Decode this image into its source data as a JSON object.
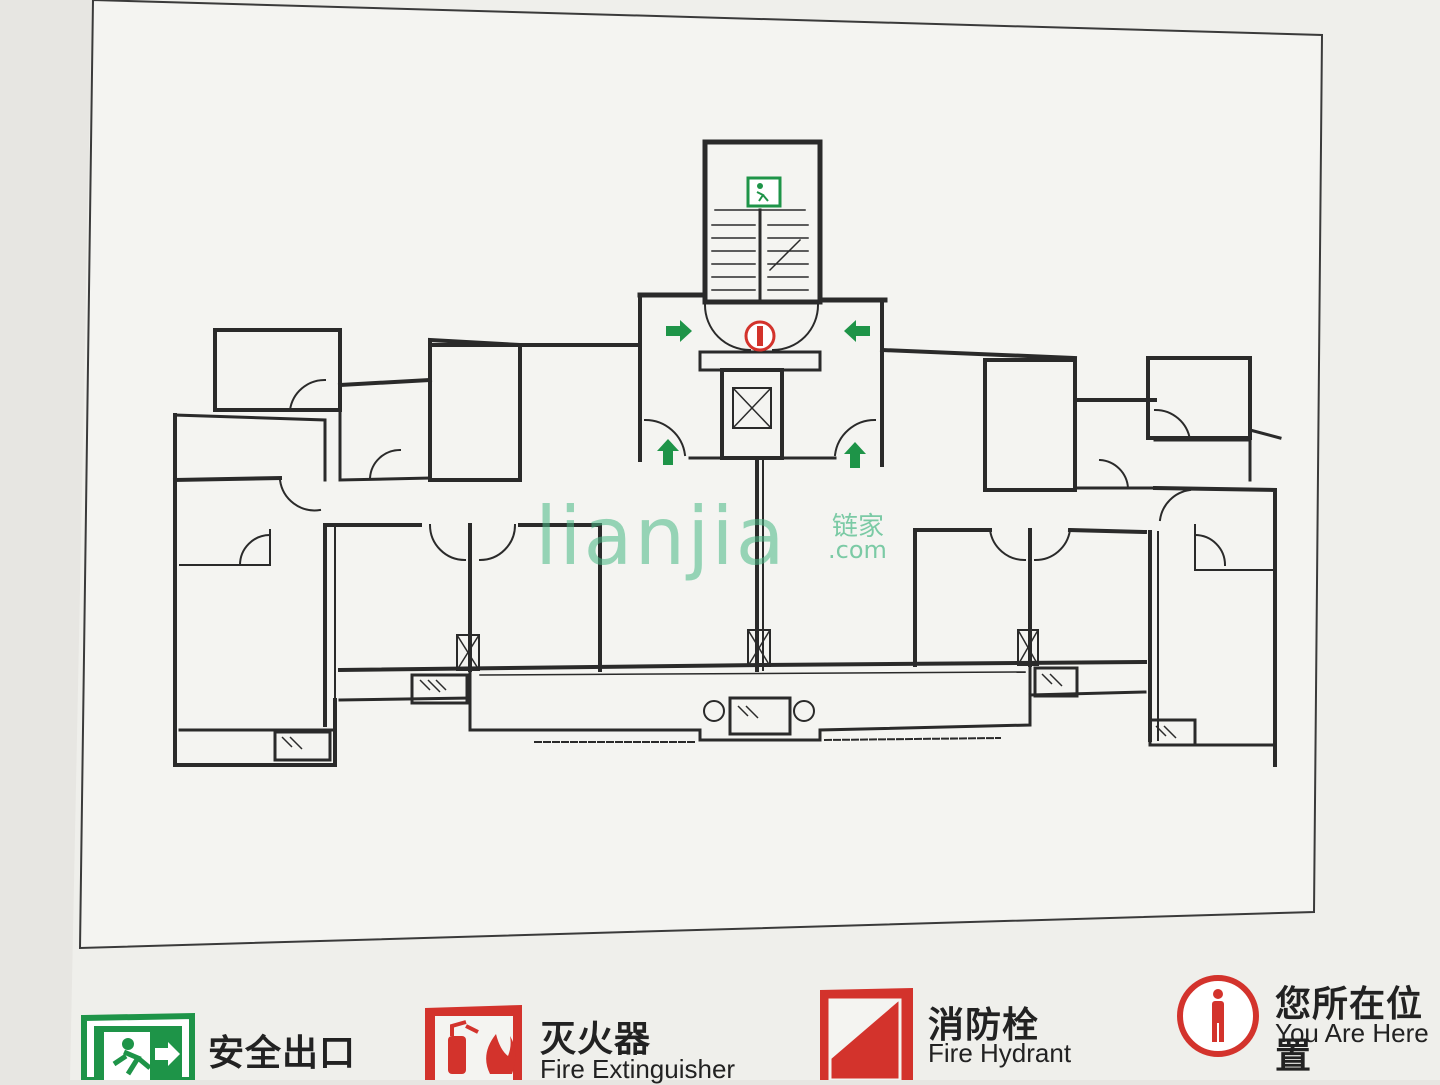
{
  "watermark": {
    "latin": "lianjia",
    "cn": "链家",
    "domain": ".com"
  },
  "legend": {
    "exit": {
      "cn": "安全出口",
      "icon": "emergency-exit-icon",
      "color": "#1e9448"
    },
    "extinguisher": {
      "cn": "灭火器",
      "en": "Fire Extinguisher",
      "icon": "fire-extinguisher-icon",
      "color": "#d3332c"
    },
    "hydrant": {
      "cn": "消防栓",
      "en": "Fire Hydrant",
      "icon": "fire-hydrant-icon",
      "color": "#d3332c"
    },
    "you_are_here": {
      "cn": "您所在位置",
      "en": "You Are Here",
      "icon": "you-are-here-icon",
      "color": "#d3332c"
    }
  },
  "colors": {
    "wall": "#2a2a2a",
    "board": "#f4f4f1",
    "exit_green": "#1e9448",
    "fire_red": "#d3332c"
  }
}
